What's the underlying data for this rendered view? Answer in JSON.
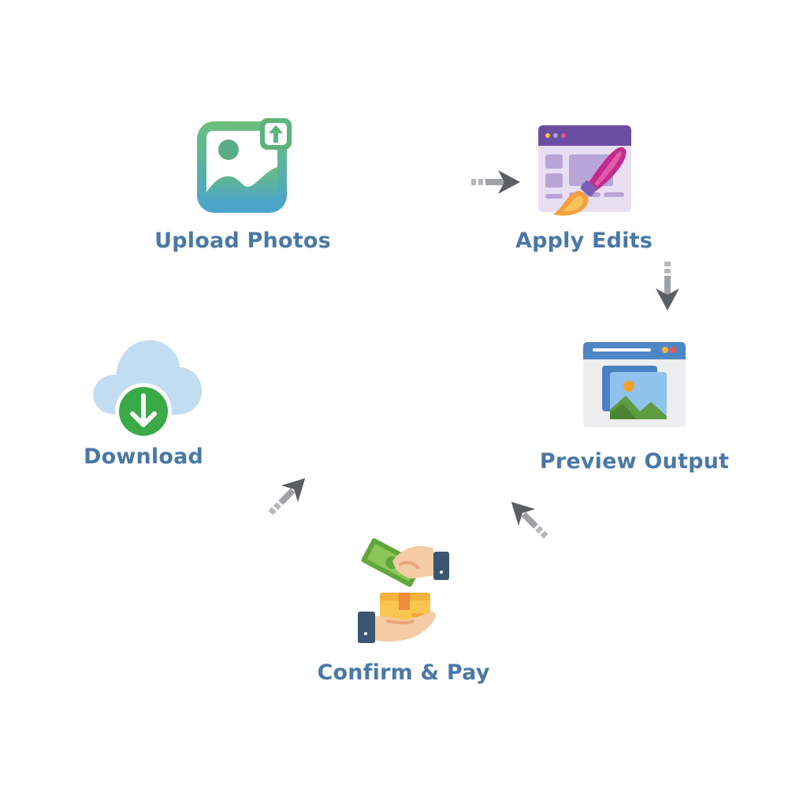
{
  "colors": {
    "label": "#4a78a6",
    "arrow_dark": "#5a5f63",
    "arrow_light": "#b5b8bb"
  },
  "steps": [
    {
      "label": "Upload Photos",
      "icon": "image-upload-icon"
    },
    {
      "label": "Apply Edits",
      "icon": "paintbrush-editor-icon"
    },
    {
      "label": "Preview Output",
      "icon": "browser-image-preview-icon"
    },
    {
      "label": "Confirm & Pay",
      "icon": "cash-payment-hands-icon"
    },
    {
      "label": "Download",
      "icon": "cloud-download-icon"
    }
  ],
  "flow": [
    {
      "from": "Upload Photos",
      "to": "Apply Edits"
    },
    {
      "from": "Apply Edits",
      "to": "Preview Output"
    },
    {
      "from": "Preview Output",
      "to": "Confirm & Pay"
    },
    {
      "from": "Confirm & Pay",
      "to": "Download"
    }
  ]
}
